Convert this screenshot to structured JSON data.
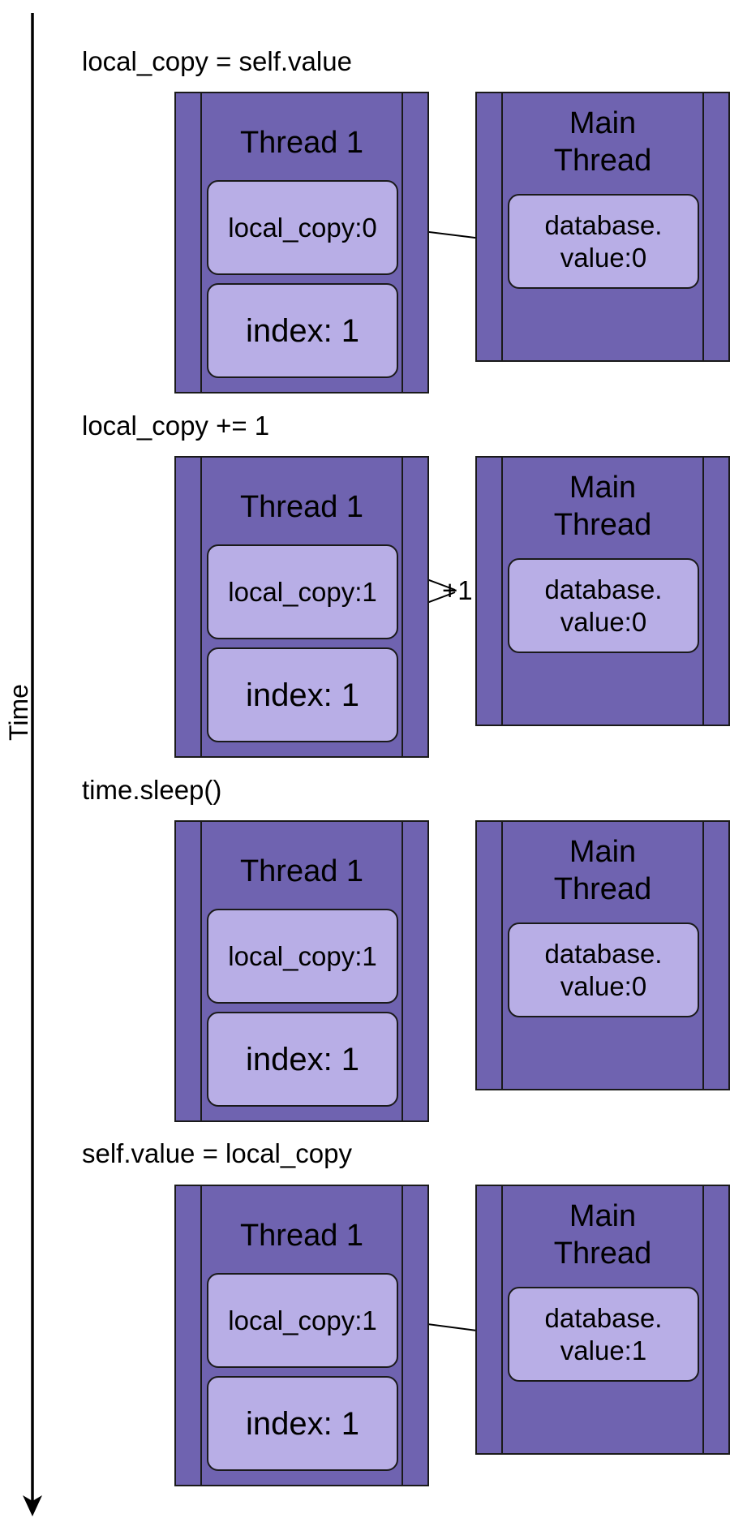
{
  "axis_label": "Time",
  "steps": [
    {
      "code": "local_copy = self.value",
      "thread_title": "Thread 1",
      "local_copy": "local_copy:0",
      "index": "index: 1",
      "main_title_line1": "Main",
      "main_title_line2": "Thread",
      "db_line1": "database.",
      "db_line2": "value:0"
    },
    {
      "code": "local_copy += 1",
      "thread_title": "Thread 1",
      "local_copy": "local_copy:1",
      "index": "index: 1",
      "main_title_line1": "Main",
      "main_title_line2": "Thread",
      "db_line1": "database.",
      "db_line2": "value:0",
      "op": "+1"
    },
    {
      "code": "time.sleep()",
      "thread_title": "Thread 1",
      "local_copy": "local_copy:1",
      "index": "index: 1",
      "main_title_line1": "Main",
      "main_title_line2": "Thread",
      "db_line1": "database.",
      "db_line2": "value:0"
    },
    {
      "code": "self.value = local_copy",
      "thread_title": "Thread 1",
      "local_copy": "local_copy:1",
      "index": "index: 1",
      "main_title_line1": "Main",
      "main_title_line2": "Thread",
      "db_line1": "database.",
      "db_line2": "value:1"
    }
  ]
}
